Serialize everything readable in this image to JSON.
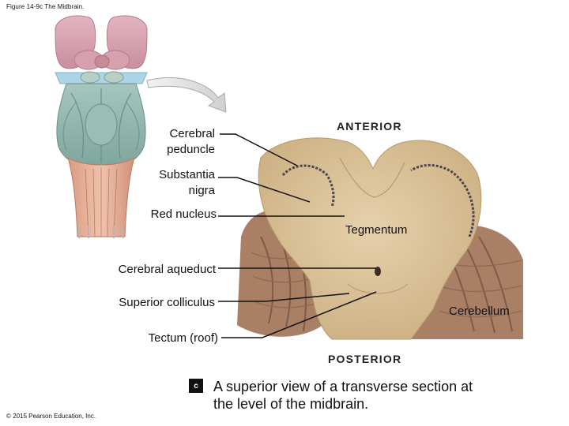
{
  "figure_title": "Figure 14-9c The Midbrain.",
  "copyright": "© 2015 Pearson Education, Inc.",
  "orientation": {
    "anterior": "ANTERIOR",
    "posterior": "POSTERIOR"
  },
  "labels": {
    "cerebral_peduncle": "Cerebral\npeduncle",
    "substantia_nigra": "Substantia\nnigra",
    "red_nucleus": "Red nucleus",
    "cerebral_aqueduct": "Cerebral aqueduct",
    "superior_colliculus": "Superior colliculus",
    "tectum": "Tectum (roof)",
    "tegmentum": "Tegmentum",
    "cerebellum": "Cerebellum"
  },
  "panel_letter": "c",
  "caption": "A superior view of a transverse section at the level of the midbrain.",
  "colors": {
    "brain_pink": "#d9a3b0",
    "brainstem_teal": "#8fb5ad",
    "section_tan": "#d7bf95",
    "cerebellum_brown": "#a98066",
    "leader_line": "#111111"
  }
}
